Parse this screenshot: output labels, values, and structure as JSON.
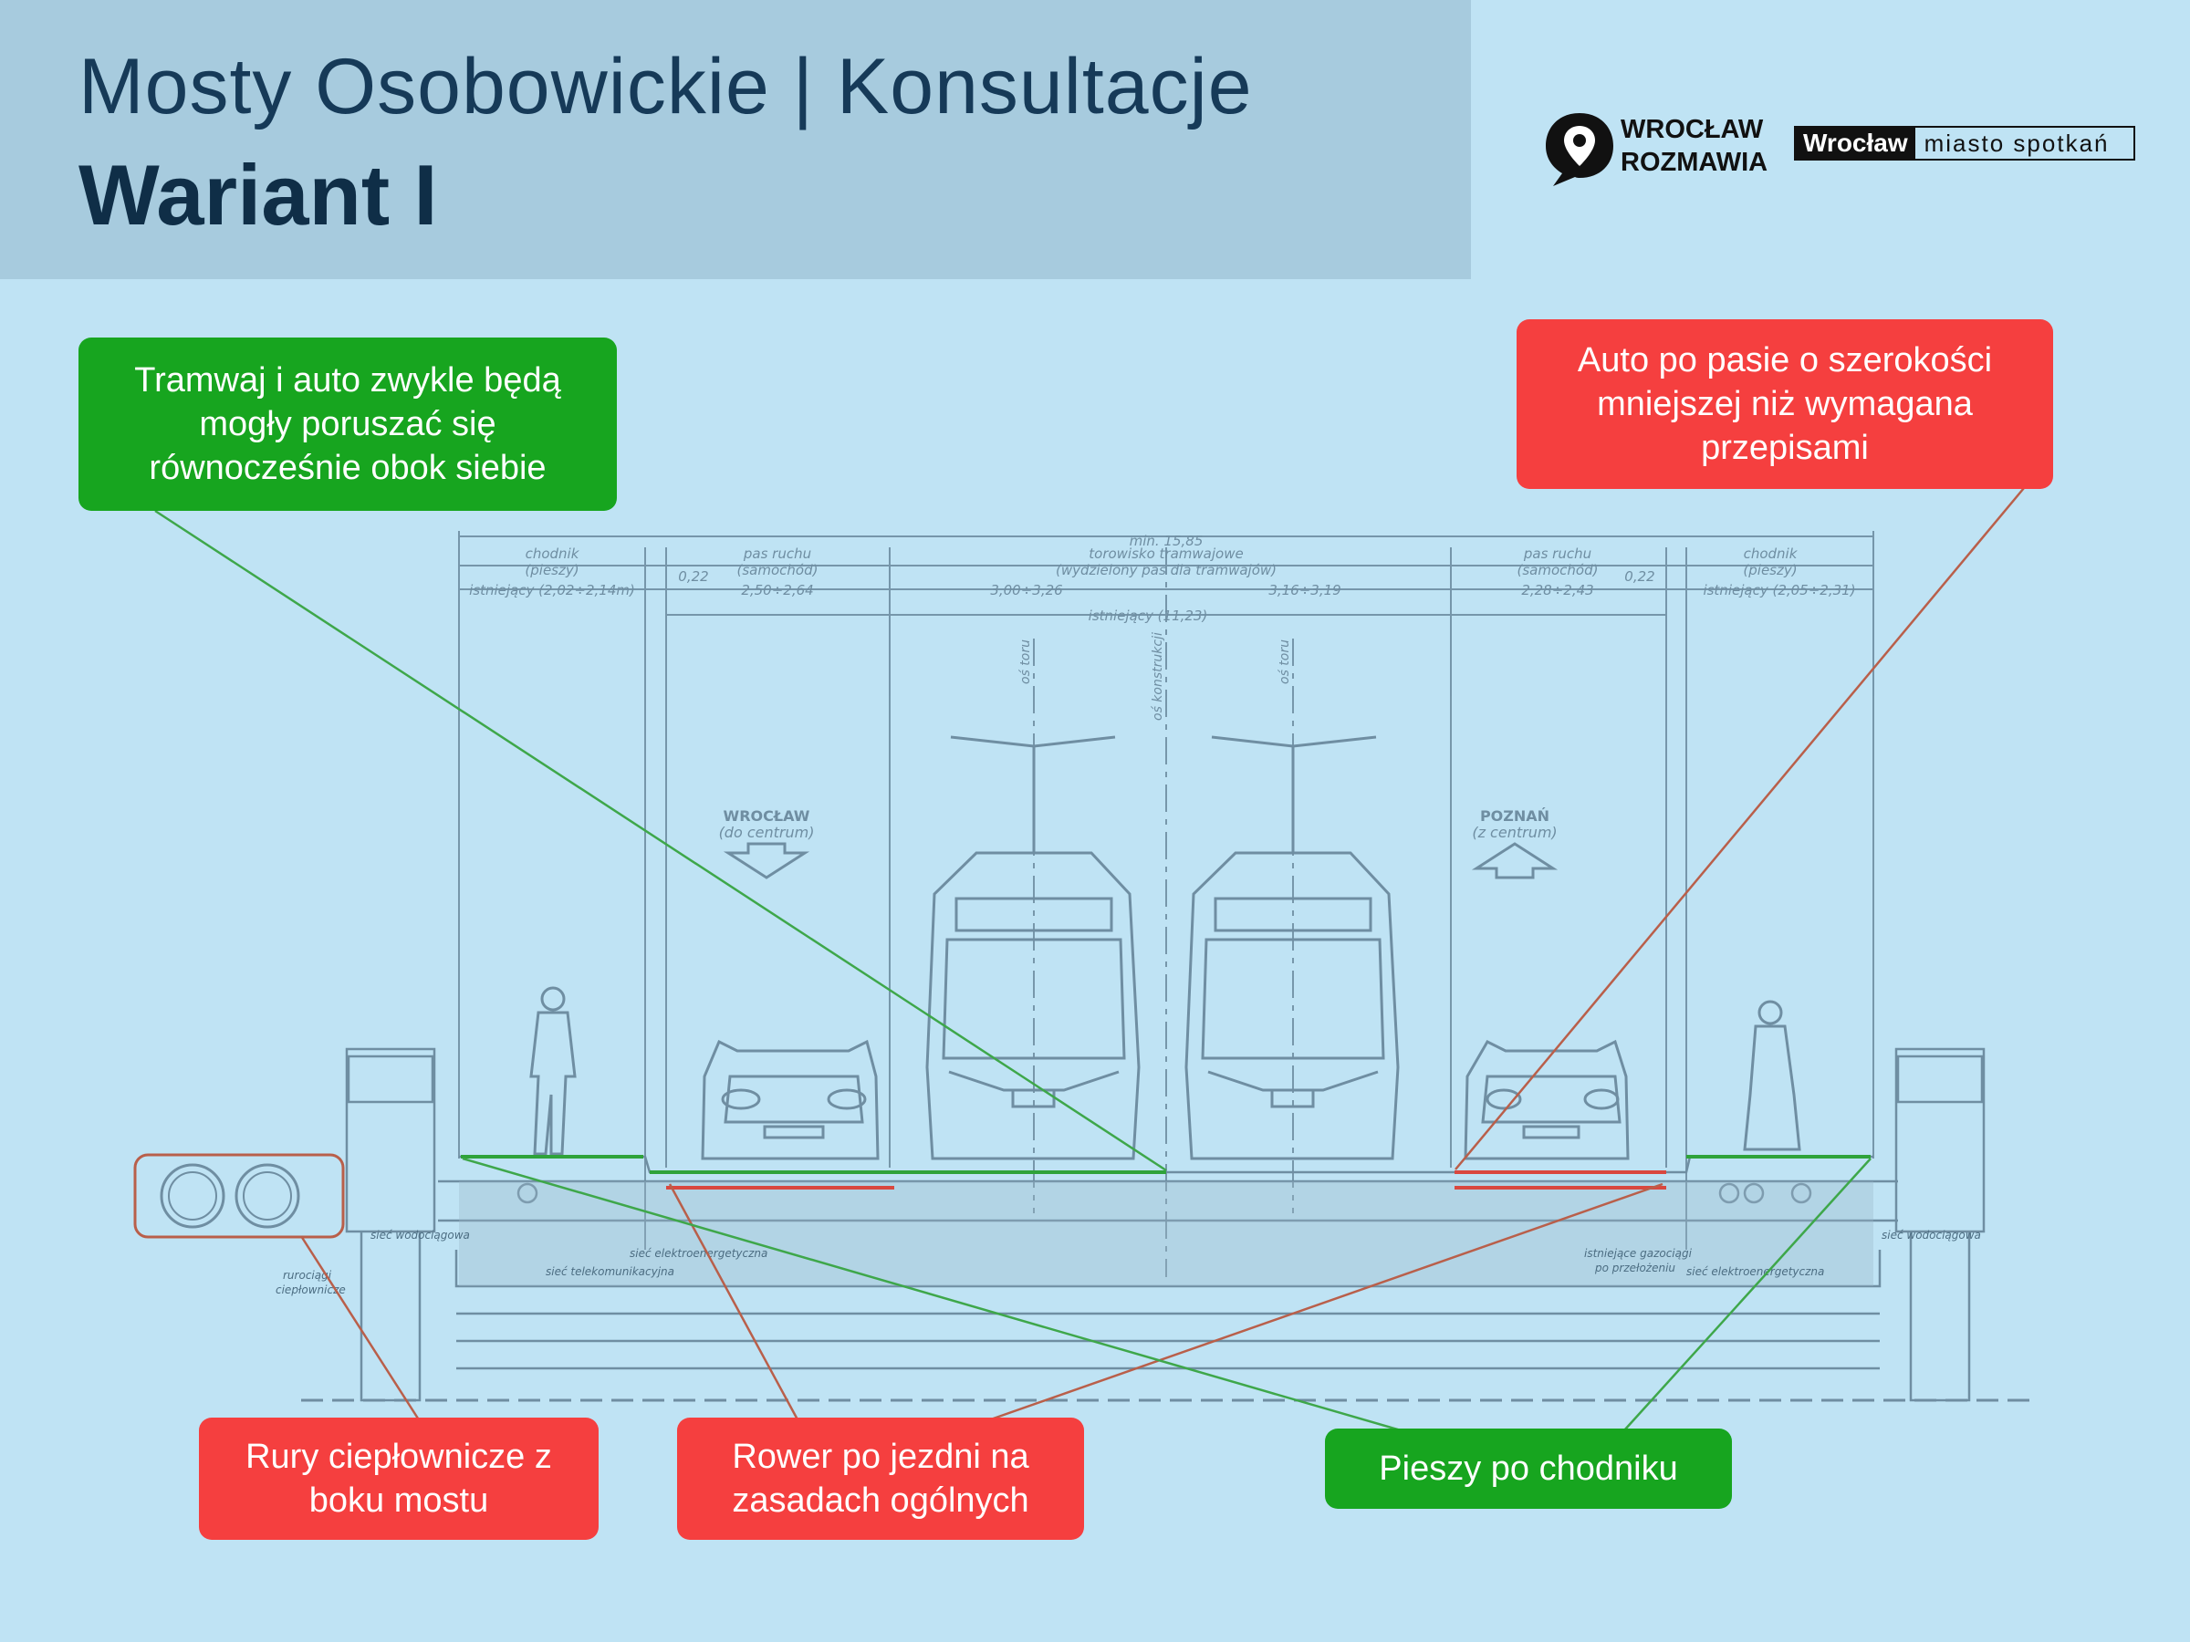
{
  "header": {
    "title": "Mosty Osobowickie | Konsultacje",
    "subtitle": "Wariant I"
  },
  "logos": {
    "wroclaw_rozmawia": [
      "WROCŁAW",
      "ROZMAWIA"
    ],
    "miasto_spotkan_a": "Wrocław",
    "miasto_spotkan_b": "miasto spotkań"
  },
  "callouts": {
    "tram_car": "Tramwaj i auto zwykle będą mogły poruszać się równocześnie obok siebie",
    "car_lane": "Auto po pasie o szerokości mniejszej niż wymagana przepisami",
    "pipes": "Rury ciepłownicze z boku mostu",
    "bike": "Rower po jezdni na zasadach ogólnych",
    "pedestrian": "Pieszy po chodniku"
  },
  "drawing": {
    "dim_total": "min. 15,85",
    "dim_labels": {
      "chodnik_l": "chodnik",
      "pieszy_l": "(pieszy)",
      "istn_l": "istniejący (2,02÷2,14m)",
      "d022_l": "0,22",
      "pasruchu_l": "pas ruchu",
      "samochod_l": "(samochód)",
      "w_l": "2,50÷2,64",
      "torowisko": "torowisko tramwajowe",
      "wydzielony": "(wydzielony pas dla tramwajów)",
      "t1": "3,00÷3,26",
      "t2": "3,16÷3,19",
      "istn_mid": "istniejący (11,23)",
      "pasruchu_r": "pas ruchu",
      "samochod_r": "(samochód)",
      "w_r": "2,28÷2,43",
      "d022_r": "0,22",
      "chodnik_r": "chodnik",
      "pieszy_r": "(pieszy)",
      "istn_r": "istniejący (2,05÷2,31)"
    },
    "axis_labels": [
      "oś toru",
      "oś konstrukcji",
      "oś toru"
    ],
    "direction_left": [
      "WROCŁAW",
      "(do centrum)"
    ],
    "direction_right": [
      "POZNAŃ",
      "(z centrum)"
    ],
    "annotations": {
      "siec_wod_l": "sieć wodociągowa",
      "siec_tel": "sieć telekomunikacyjna",
      "siec_elektro_l": "sieć elektroenergetyczna",
      "rurociagi": [
        "rurociągi",
        "ciepłownicze"
      ],
      "gazociagi": [
        "istniejące gazociągi",
        "po przełożeniu"
      ],
      "siec_elektro_r": "sieć elektroenergetyczna",
      "siec_wod_r": "sieć wodociągowa"
    }
  },
  "colors": {
    "green": "#17a51f",
    "red": "#f53f3f",
    "title": "#163a58",
    "drawing": "#6f8ea2"
  }
}
